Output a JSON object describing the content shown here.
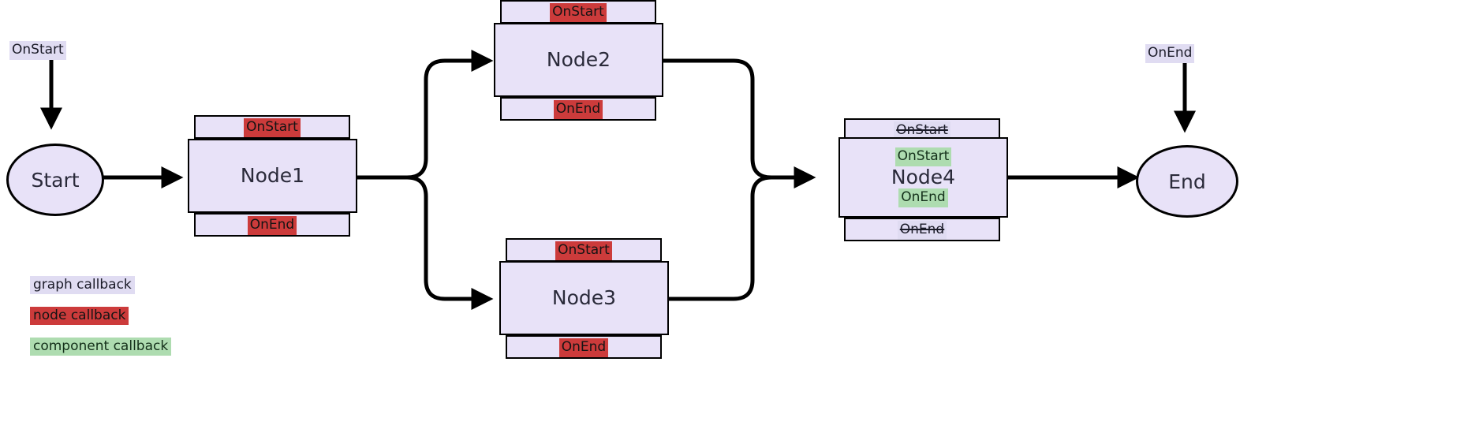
{
  "diagram": {
    "type": "callback-flow-graph",
    "background": "#ffffff",
    "colors": {
      "graph_callback": "#e0dcf2",
      "node_callback": "#cc3b3b",
      "component_callback": "#aedcb0",
      "node_fill": "#e8e2f8",
      "stroke": "#000000"
    }
  },
  "terminals": {
    "start": {
      "label": "Start",
      "graph_callback": "OnStart"
    },
    "end": {
      "label": "End",
      "graph_callback": "OnEnd"
    }
  },
  "nodes": [
    {
      "id": "node1",
      "label": "Node1",
      "top_strip": {
        "text": "OnStart",
        "kind": "node_callback",
        "struck": false
      },
      "bottom_strip": {
        "text": "OnEnd",
        "kind": "node_callback",
        "struck": false
      },
      "inner": []
    },
    {
      "id": "node2",
      "label": "Node2",
      "top_strip": {
        "text": "OnStart",
        "kind": "node_callback",
        "struck": false
      },
      "bottom_strip": {
        "text": "OnEnd",
        "kind": "node_callback",
        "struck": false
      },
      "inner": []
    },
    {
      "id": "node3",
      "label": "Node3",
      "top_strip": {
        "text": "OnStart",
        "kind": "node_callback",
        "struck": false
      },
      "bottom_strip": {
        "text": "OnEnd",
        "kind": "node_callback",
        "struck": false
      },
      "inner": []
    },
    {
      "id": "node4",
      "label": "Node4",
      "top_strip": {
        "text": "OnStart",
        "kind": "graph_callback",
        "struck": true
      },
      "bottom_strip": {
        "text": "OnEnd",
        "kind": "graph_callback",
        "struck": true
      },
      "inner": [
        {
          "text": "OnStart",
          "kind": "component_callback",
          "struck": false
        },
        {
          "text": "OnEnd",
          "kind": "component_callback",
          "struck": false
        }
      ]
    }
  ],
  "edges": [
    {
      "from": "start",
      "to": "node1"
    },
    {
      "from": "node1",
      "to": "node2"
    },
    {
      "from": "node1",
      "to": "node3"
    },
    {
      "from": "node2",
      "to": "node4"
    },
    {
      "from": "node3",
      "to": "node4"
    },
    {
      "from": "node4",
      "to": "end"
    },
    {
      "from": "graph-onstart-label",
      "to": "start"
    },
    {
      "from": "graph-onend-label",
      "to": "end"
    }
  ],
  "legend": {
    "items": [
      {
        "label": "graph callback",
        "kind": "graph_callback"
      },
      {
        "label": "node callback",
        "kind": "node_callback"
      },
      {
        "label": "component callback",
        "kind": "component_callback"
      }
    ]
  }
}
